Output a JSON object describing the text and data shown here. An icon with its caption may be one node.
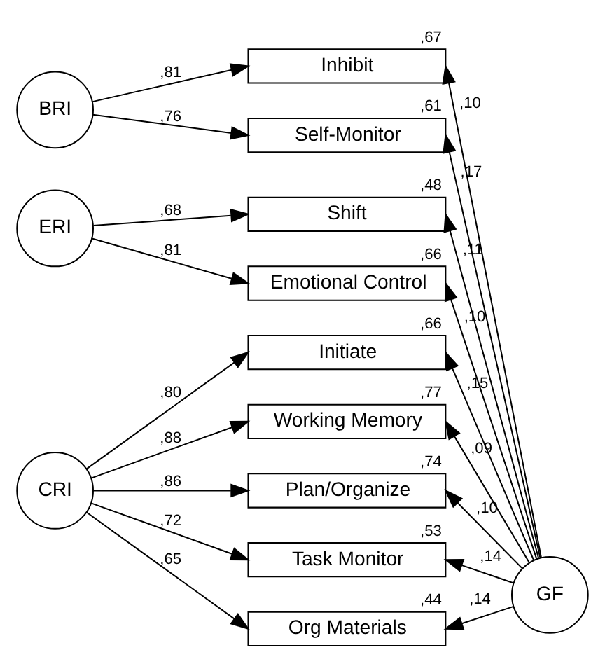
{
  "diagram": {
    "nodes": [
      {
        "text": [
          "BRI"
        ]
      },
      {
        "text": [
          "Inhibit"
        ],
        "beside": [
          ",67"
        ]
      },
      {
        "text": [
          "Self-Monitor"
        ],
        "beside": [
          ",61"
        ]
      },
      {
        "text": [
          "ERI"
        ]
      },
      {
        "text": [
          "Shift"
        ],
        "beside": [
          ",48"
        ]
      },
      {
        "text": [
          "Emotional Control"
        ],
        "beside": [
          ",66"
        ]
      },
      {
        "text": [
          "Initiate"
        ],
        "beside": [
          ",66"
        ]
      },
      {
        "text": [
          "GF"
        ]
      },
      {
        "text": [
          "Working Memory"
        ],
        "beside": [
          ",77"
        ]
      },
      {
        "text": [
          "CRI"
        ]
      },
      {
        "text": [
          "Plan/Organize"
        ],
        "beside": [
          ",74"
        ]
      },
      {
        "text": [
          "Task Monitor"
        ],
        "beside": [
          ",53"
        ]
      },
      {
        "text": [
          "Org Materials"
        ],
        "beside": [
          ",44"
        ]
      }
    ],
    "edges": [
      {
        "from": 0,
        "to": 1,
        "arrow": "to",
        "label": ",81"
      },
      {
        "from": 0,
        "to": 2,
        "arrow": "to",
        "label": ",76"
      },
      {
        "from": 3,
        "to": 4,
        "arrow": "to",
        "label": ",68"
      },
      {
        "from": 3,
        "to": 5,
        "arrow": "to",
        "label": ",81"
      },
      {
        "from": 9,
        "to": 6,
        "arrow": "to",
        "label": ",80"
      },
      {
        "from": 9,
        "to": 8,
        "arrow": "to",
        "label": ",88"
      },
      {
        "from": 9,
        "to": 10,
        "arrow": "to",
        "label": ",86"
      },
      {
        "from": 9,
        "to": 11,
        "arrow": "to",
        "label": ",72"
      },
      {
        "from": 9,
        "to": 12,
        "arrow": "to",
        "label": ",65"
      },
      {
        "from": 7,
        "to": 1,
        "arrow": "to",
        "label": ",10"
      },
      {
        "from": 7,
        "to": 2,
        "arrow": "to",
        "label": ",17"
      },
      {
        "from": 7,
        "to": 4,
        "arrow": "to",
        "label": ",11"
      },
      {
        "from": 7,
        "to": 5,
        "arrow": "to",
        "label": ",10"
      },
      {
        "from": 7,
        "to": 6,
        "arrow": "to",
        "label": ",15"
      },
      {
        "from": 7,
        "to": 8,
        "arrow": "to",
        "label": ",09"
      },
      {
        "from": 7,
        "to": 10,
        "arrow": "to",
        "label": ",10"
      },
      {
        "from": 7,
        "to": 11,
        "arrow": "to",
        "label": ",14"
      },
      {
        "from": 7,
        "to": 12,
        "arrow": "to",
        "label": ",14"
      }
    ]
  }
}
